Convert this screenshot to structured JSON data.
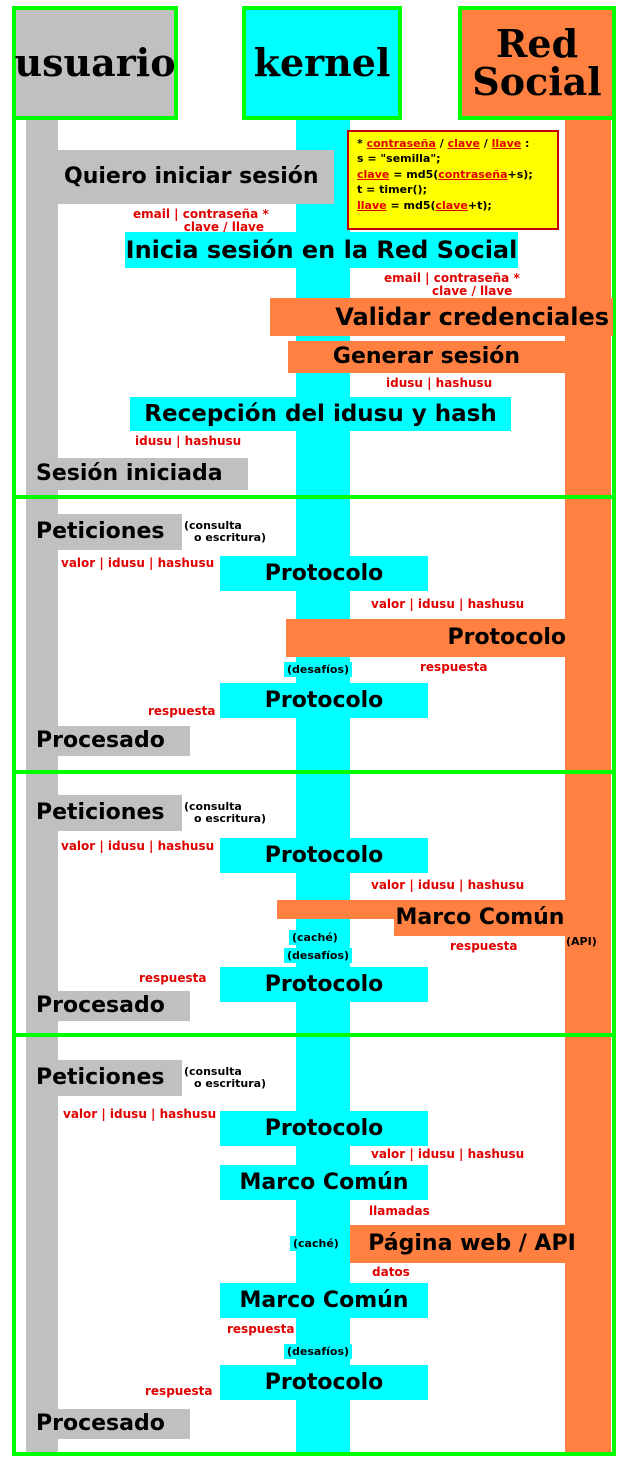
{
  "lanes": {
    "user": "usuario",
    "kernel": "kernel",
    "social_line1": "Red",
    "social_line2": "Social"
  },
  "note": {
    "line1_a": "contraseña",
    "line1_b": "clave",
    "line1_c": "llave",
    "line1_sep1": " / ",
    "line1_sep2": " / ",
    "line1_prefix": "* ",
    "line1_suffix": " :",
    "line2": "s = \"semilla\";",
    "line3_a": "clave",
    "line3_b": " = md5(",
    "line3_c": "contraseña",
    "line3_d": "+s);",
    "line4": "t = timer();",
    "line5_a": "llave",
    "line5_b": " = md5(",
    "line5_c": "clave",
    "line5_d": "+t);"
  },
  "section1": {
    "want_login": "Quiero iniciar sesión",
    "cred1_l1": "email | contraseña *",
    "cred1_l2": "clave / llave",
    "start_login": "Inicia sesión en la Red Social",
    "cred2_l1": "email | contraseña *",
    "cred2_l2": "clave / llave",
    "validate": "Validar credenciales",
    "generate": "Generar sesión",
    "idusu1": "idusu | hashusu",
    "receive": "Recepción del idusu y hash",
    "idusu2": "idusu | hashusu",
    "started": "Sesión iniciada"
  },
  "section2": {
    "requests": "Peticiones",
    "req_note_l1": "(consulta",
    "req_note_l2": "o escritura)",
    "val1": "valor | idusu | hashusu",
    "proto1": "Protocolo",
    "val2": "valor | idusu | hashusu",
    "proto2": "Protocolo",
    "challenges": "(desafíos)",
    "resp1": "respuesta",
    "proto3": "Protocolo",
    "resp2": "respuesta",
    "processed": "Procesado"
  },
  "section3": {
    "requests": "Peticiones",
    "req_note_l1": "(consulta",
    "req_note_l2": "o escritura)",
    "val1": "valor | idusu | hashusu",
    "proto1": "Protocolo",
    "val2": "valor | idusu | hashusu",
    "framework": "Marco Común",
    "cache": "(caché)",
    "challenges": "(desafíos)",
    "resp1": "respuesta",
    "api": "(API)",
    "resp2": "respuesta",
    "proto2": "Protocolo",
    "processed": "Procesado"
  },
  "section4": {
    "requests": "Peticiones",
    "req_note_l1": "(consulta",
    "req_note_l2": "o escritura)",
    "val1": "valor | idusu | hashusu",
    "proto1": "Protocolo",
    "val2": "valor | idusu | hashusu",
    "framework1": "Marco Común",
    "calls": "llamadas",
    "cache": "(caché)",
    "webpage": "Página web / API",
    "data": "datos",
    "framework2": "Marco Común",
    "resp1": "respuesta",
    "challenges": "(desafíos)",
    "resp2": "respuesta",
    "proto2": "Protocolo",
    "processed": "Procesado"
  },
  "colors": {
    "user_lane": "#c0c0c0",
    "kernel_lane": "#00ffff",
    "social_lane": "#ff8040",
    "border": "#00ff00",
    "label": "#e00000",
    "note_bg": "#ffff00"
  }
}
